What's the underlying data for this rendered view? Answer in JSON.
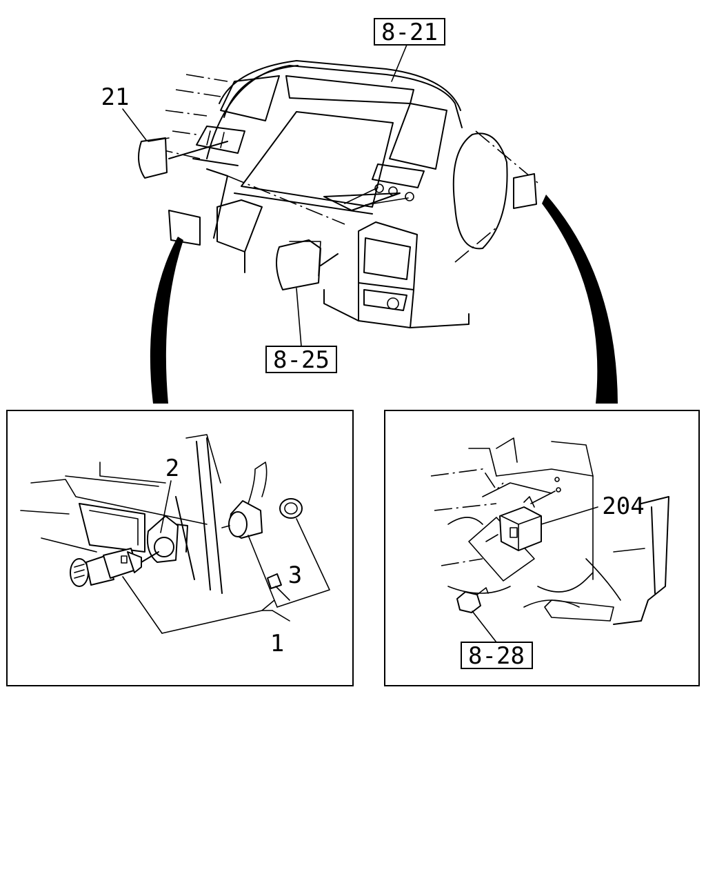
{
  "callouts": {
    "ref_8_21": "8-21",
    "part_21": "21",
    "ref_8_25": "8-25",
    "part_2": "2",
    "part_3": "3",
    "part_1": "1",
    "part_204": "204",
    "ref_8_28": "8-28"
  },
  "panels": {
    "overview": "instrument-panel-overview",
    "detail_left": "cigarette-lighter-assembly-detail",
    "detail_right": "relay-mounting-detail"
  }
}
